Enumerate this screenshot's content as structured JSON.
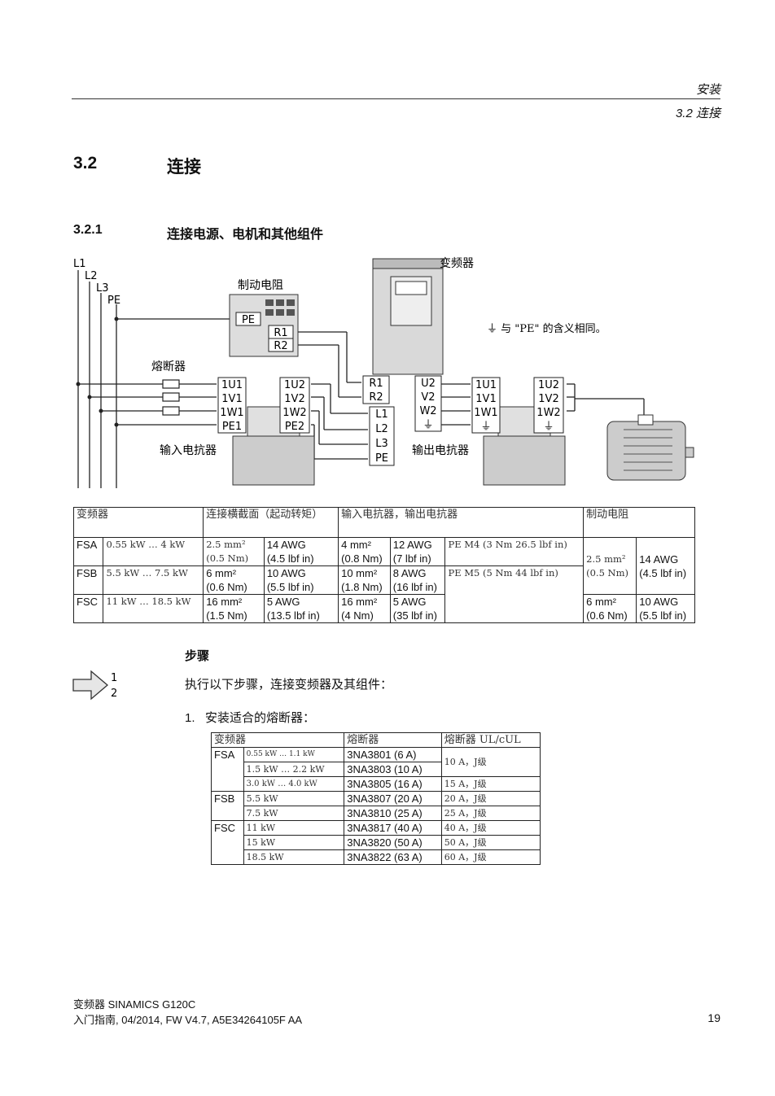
{
  "header": {
    "chapter": "安装",
    "section": "3.2 连接"
  },
  "section": {
    "number": "3.2",
    "title": "连接"
  },
  "subsection": {
    "number": "3.2.1",
    "title": "连接电源、电机和其他组件"
  },
  "diagram": {
    "lines": [
      "L1",
      "L2",
      "L3",
      "PE"
    ],
    "converter_label": "变频器",
    "brake_resistor_label": "制动电阻",
    "fuse_label": "熔断器",
    "input_reactor_label": "输入电抗器",
    "output_reactor_label": "输出电抗器",
    "pe_note": "⏚ 与 \"PE\" 的含义相同。",
    "brake_terminals": [
      "PE",
      "R1",
      "R2"
    ],
    "input_reactor_left": [
      "1U1",
      "1V1",
      "1W1",
      "PE1"
    ],
    "input_reactor_right": [
      "1U2",
      "1V2",
      "1W2",
      "PE2"
    ],
    "converter_brake_terminals": [
      "R1",
      "R2"
    ],
    "converter_input_terminals": [
      "L1",
      "L2",
      "L3",
      "PE"
    ],
    "converter_output_terminals": [
      "U2",
      "V2",
      "W2",
      "⏚"
    ],
    "output_reactor_left": [
      "1U1",
      "1V1",
      "1W1",
      "⏚"
    ],
    "output_reactor_right": [
      "1U2",
      "1V2",
      "1W2",
      "⏚"
    ]
  },
  "table1": {
    "headers": [
      "变频器",
      "连接横截面（起动转矩）",
      "输入电抗器，输出电抗器",
      "制动电阻"
    ],
    "rows": [
      {
        "frame": "FSA",
        "power": "0.55 kW … 4 kW",
        "mains_metric": "2.5 mm²",
        "mains_metric_torque": "(0.5 Nm)",
        "mains_awg": "14 AWG",
        "mains_awg_torque": "(4.5 lbf in)",
        "reactor_metric": "4 mm²",
        "reactor_metric_torque": "(0.8 Nm)",
        "reactor_awg": "12 AWG",
        "reactor_awg_torque": "(7 lbf in)",
        "reactor_pe": "PE M4 (3 Nm 26.5 lbf in)",
        "brake_metric": "2.5 mm²",
        "brake_metric_torque": "(0.5 Nm)",
        "brake_awg": "14 AWG",
        "brake_awg_torque": "(4.5 lbf in)"
      },
      {
        "frame": "FSB",
        "power": "5.5 kW … 7.5 kW",
        "mains_metric": "6 mm²",
        "mains_metric_torque": "(0.6 Nm)",
        "mains_awg": "10 AWG",
        "mains_awg_torque": "(5.5 lbf in)",
        "reactor_metric": "10 mm²",
        "reactor_metric_torque": "(1.8 Nm)",
        "reactor_awg": "8 AWG",
        "reactor_awg_torque": "(16 lbf in)",
        "reactor_pe": "PE M5 (5 Nm 44 lbf in)"
      },
      {
        "frame": "FSC",
        "power": "11 kW … 18.5 kW",
        "mains_metric": "16 mm²",
        "mains_metric_torque": "(1.5 Nm)",
        "mains_awg": "5 AWG",
        "mains_awg_torque": "(13.5 lbf in)",
        "reactor_metric": "16 mm²",
        "reactor_metric_torque": "(4 Nm)",
        "reactor_awg": "5 AWG",
        "reactor_awg_torque": "(35 lbf in)",
        "brake_metric": "6 mm²",
        "brake_metric_torque": "(0.6 Nm)",
        "brake_awg": "10 AWG",
        "brake_awg_torque": "(5.5 lbf in)"
      }
    ]
  },
  "steps": {
    "heading": "步骤",
    "icon_numbers": [
      "1",
      "2"
    ],
    "intro": "执行以下步骤，连接变频器及其组件：",
    "step1_number": "1.",
    "step1_text": "安装适合的熔断器："
  },
  "table2": {
    "headers": [
      "变频器",
      "熔断器",
      "熔断器 UL/cUL"
    ],
    "rows": [
      {
        "frame": "FSA",
        "power": "0.55 kW … 1.1 kW",
        "fuse": "3NA3801 (6 A)",
        "ul": "10 A，J级"
      },
      {
        "frame": "",
        "power": "1.5 kW … 2.2 kW",
        "fuse": "3NA3803 (10 A)",
        "ul": ""
      },
      {
        "frame": "",
        "power": "3.0 kW … 4.0 kW",
        "fuse": "3NA3805 (16 A)",
        "ul": "15 A，J级"
      },
      {
        "frame": "FSB",
        "power": "5.5 kW",
        "fuse": "3NA3807 (20 A)",
        "ul": "20 A，J级"
      },
      {
        "frame": "",
        "power": "7.5 kW",
        "fuse": "3NA3810 (25 A)",
        "ul": "25 A，J级"
      },
      {
        "frame": "FSC",
        "power": "11 kW",
        "fuse": "3NA3817 (40 A)",
        "ul": "40 A，J级"
      },
      {
        "frame": "",
        "power": "15 kW",
        "fuse": "3NA3820 (50 A)",
        "ul": "50 A，J级"
      },
      {
        "frame": "",
        "power": "18.5 kW",
        "fuse": "3NA3822 (63 A)",
        "ul": "60 A，J级"
      }
    ]
  },
  "footer": {
    "line1": "变频器 SINAMICS G120C",
    "line2": "入门指南, 04/2014, FW V4.7, A5E34264105F AA",
    "page": "19"
  }
}
